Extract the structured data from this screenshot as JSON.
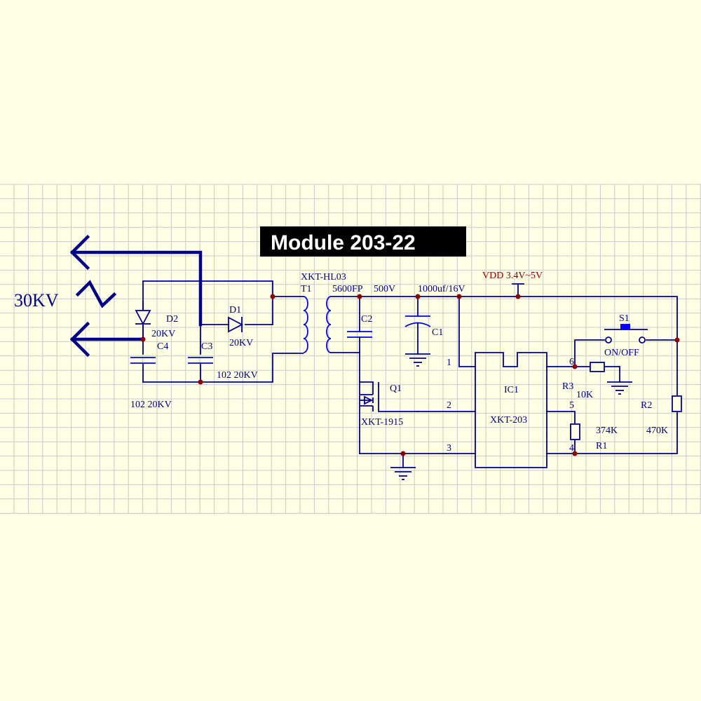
{
  "title": "Module 203-22",
  "colors": {
    "wire": "#00008b",
    "node": "#8b0000",
    "background": "#ffffe6",
    "grid": "#c9c9c9"
  },
  "labels": {
    "output_voltage": "30KV",
    "d2": "D2",
    "d2_rating": "20KV",
    "c4": "C4",
    "c4_value": "102 20KV",
    "c3": "C3",
    "c3_value": "102 20KV",
    "d1": "D1",
    "d1_rating": "20KV",
    "transformer_model": "XKT-HL03",
    "t1": "T1",
    "c2_value": "5600FP",
    "c2_voltage": "500V",
    "c2": "C2",
    "c1_value": "1000uf/16V",
    "c1": "C1",
    "vdd": "VDD 3.4V~5V",
    "s1": "S1",
    "switch": "ON/OFF",
    "ic1": "IC1",
    "ic_model": "XKT-203",
    "q1": "Q1",
    "q1_model": "XKT-1915",
    "r3": "R3",
    "r3_value": "10K",
    "r1_value": "374K",
    "r1": "R1",
    "r2": "R2",
    "r2_value": "470K",
    "pin1": "1",
    "pin2": "2",
    "pin3": "3",
    "pin4": "4",
    "pin5": "5",
    "pin6": "6"
  }
}
